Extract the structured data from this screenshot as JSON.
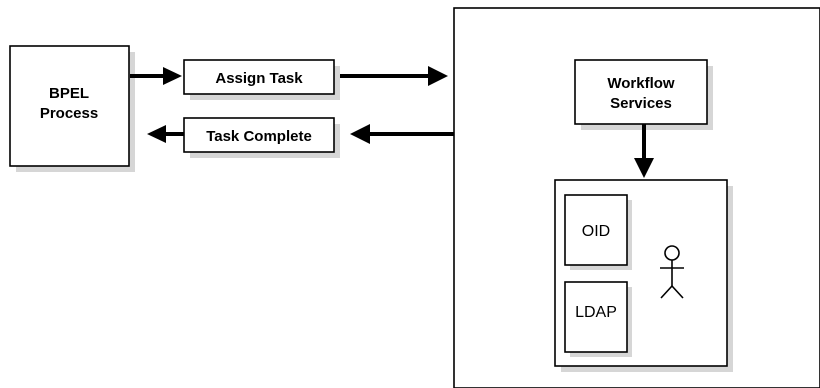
{
  "bpel_process": {
    "line1": "BPEL",
    "line2": "Process"
  },
  "assign_task": {
    "label": "Assign Task"
  },
  "task_complete": {
    "label": "Task Complete"
  },
  "workflow_services": {
    "line1": "Workflow",
    "line2": "Services"
  },
  "identity_store": {
    "oid_label": "OID",
    "ldap_label": "LDAP",
    "user_icon": "person-icon"
  }
}
